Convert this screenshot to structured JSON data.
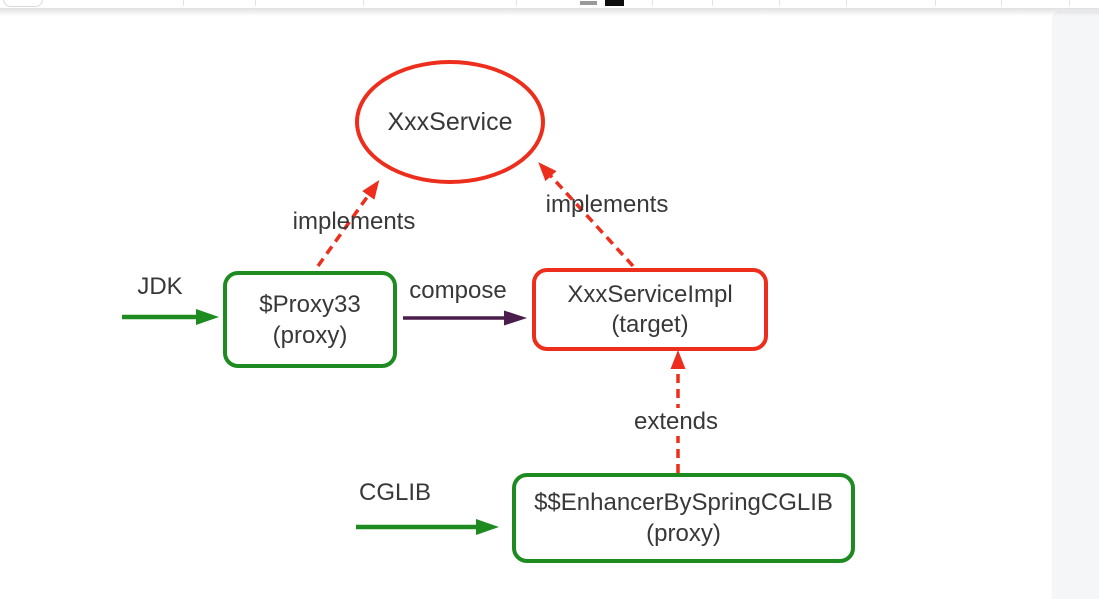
{
  "diagram": {
    "colors": {
      "red": "#ee2e1d",
      "green": "#1e8b21",
      "purple": "#4a1d4d",
      "label_text": "#383838",
      "side_panel": "#f5f6f8"
    },
    "nodes": {
      "service_interface": {
        "label": "XxxService"
      },
      "jdk_proxy": {
        "title": "$Proxy33",
        "subtitle": "(proxy)"
      },
      "target": {
        "title": "XxxServiceImpl",
        "subtitle": "(target)"
      },
      "cglib_proxy": {
        "title": "$$EnhancerBySpringCGLIB",
        "subtitle": "(proxy)"
      }
    },
    "edges": {
      "implements_left": "implements",
      "implements_right": "implements",
      "compose": "compose",
      "extends": "extends"
    },
    "annotations": {
      "jdk": "JDK",
      "cglib": "CGLIB"
    }
  }
}
